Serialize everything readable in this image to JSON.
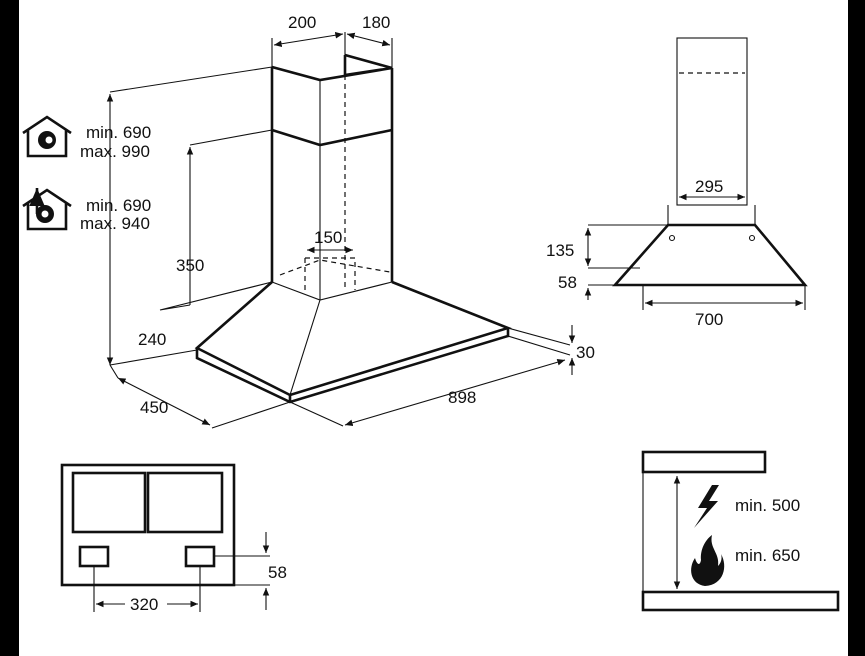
{
  "dimensions": {
    "chimney_width": "200",
    "chimney_depth": "180",
    "outlet": "150",
    "chimney_lower": "350",
    "canopy_height": "240",
    "depth": "450",
    "width": "898",
    "edge_thickness": "30",
    "recirc_min": "min. 690",
    "recirc_max": "max. 990",
    "extract_min": "min. 690",
    "extract_max": "max. 940",
    "front_chimney": "295",
    "front_135": "135",
    "front_58": "58",
    "front_700": "700",
    "bottom_320": "320",
    "bottom_58": "58",
    "electric_min": "min. 500",
    "gas_min": "min. 650"
  },
  "icons": [
    "recirculation-house-icon",
    "extraction-house-icon",
    "lightning-icon",
    "flame-icon"
  ]
}
